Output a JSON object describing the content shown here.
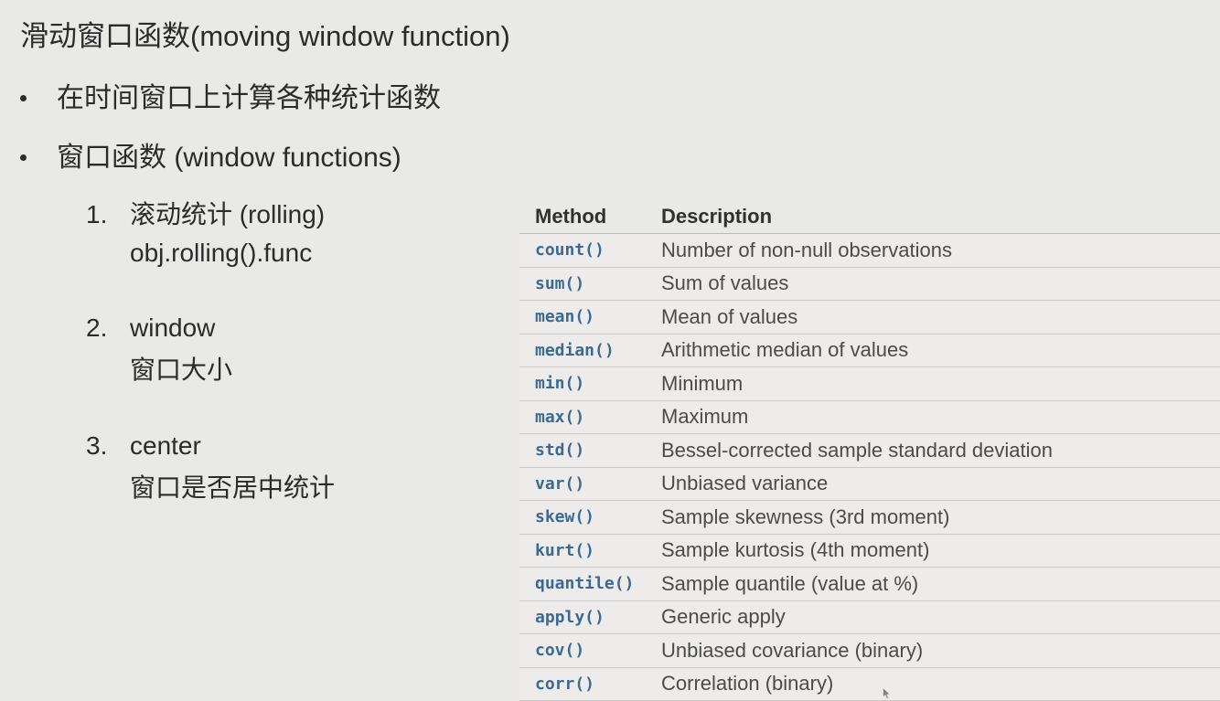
{
  "slide": {
    "title": "滑动窗口函数(moving window function)",
    "bullets": [
      "在时间窗口上计算各种统计函数",
      "窗口函数 (window functions)"
    ],
    "numbered_items": [
      {
        "marker": "1.",
        "label": "滚动统计 (rolling)",
        "sub": "obj.rolling().func"
      },
      {
        "marker": "2.",
        "label": "window",
        "sub": "窗口大小"
      },
      {
        "marker": "3.",
        "label": "center",
        "sub": "窗口是否居中统计"
      }
    ]
  },
  "table": {
    "headers": {
      "method": "Method",
      "description": "Description"
    },
    "rows": [
      {
        "method": "count()",
        "description": "Number of non-null observations"
      },
      {
        "method": "sum()",
        "description": "Sum of values"
      },
      {
        "method": "mean()",
        "description": "Mean of values"
      },
      {
        "method": "median()",
        "description": "Arithmetic median of values"
      },
      {
        "method": "min()",
        "description": "Minimum"
      },
      {
        "method": "max()",
        "description": "Maximum"
      },
      {
        "method": "std()",
        "description": "Bessel-corrected sample standard deviation"
      },
      {
        "method": "var()",
        "description": "Unbiased variance"
      },
      {
        "method": "skew()",
        "description": "Sample skewness (3rd moment)"
      },
      {
        "method": "kurt()",
        "description": "Sample kurtosis (4th moment)"
      },
      {
        "method": "quantile()",
        "description": "Sample quantile (value at %)"
      },
      {
        "method": "apply()",
        "description": "Generic apply"
      },
      {
        "method": "cov()",
        "description": "Unbiased covariance (binary)"
      },
      {
        "method": "corr()",
        "description": "Correlation (binary)"
      }
    ]
  },
  "colors": {
    "background": "#e9e9e8",
    "row_background": "#edeceb",
    "row_separator": "#c9c9c7",
    "method_text": "#3a6a94",
    "description_text": "#4b4b4b",
    "body_text": "#2b2b2b"
  }
}
